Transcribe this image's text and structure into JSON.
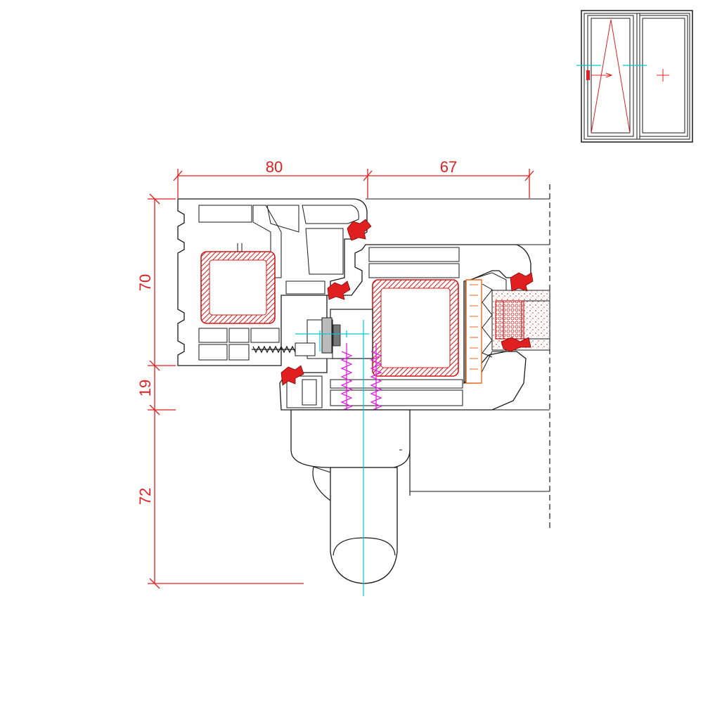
{
  "dimensions": {
    "frame_width": "80",
    "sash_width": "67",
    "frame_height": "70",
    "sill_gap": "19",
    "handle_length": "72"
  },
  "colors": {
    "dimension": "#e02020",
    "outline": "#1a1a1a",
    "reinforcement_hatch": "#d01818",
    "gasket": "#e02020",
    "screw": "#e020e0",
    "axis": "#00c8d8",
    "spacer": "#e86a20"
  },
  "icons": {
    "thumbnail": "window-elevation-thumbnail",
    "handle": "window-handle-icon"
  }
}
